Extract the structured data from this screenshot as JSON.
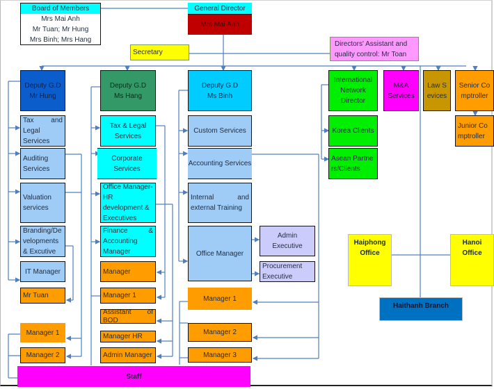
{
  "board": {
    "header": "Board of Members",
    "members": [
      "Mrs Mai Anh",
      "Mr Tuan; Mr Hung",
      "Mrs Binh; Mrs Hang"
    ]
  },
  "general_director": {
    "title": "General Director",
    "name": "Mrs Mai Anh"
  },
  "secretary": "Secretary",
  "directors_assistant": "Directors' Assistant and quality control: Mr Toan",
  "deputies": [
    {
      "title": "Deputy G.D",
      "name": "Mr Hung",
      "units": [
        "Tax and Legal Services",
        "Auditing Services",
        "Valuation services",
        "Branding/Developments & Excutive",
        "IT Manager"
      ],
      "reports": [
        "Mr Tuan",
        "Manager 1",
        "Manager 2"
      ]
    },
    {
      "title": "Deputy G.D",
      "name": "Ms Hang",
      "units": [
        "Tax & Legal Services",
        "Corporate Services",
        "Office Manager-HR development & Executives",
        "Finance & Accounting Manager"
      ],
      "reports": [
        "Manager",
        "Manager 1",
        "Assistant of BOD",
        "Manager HR",
        "Admin Manager"
      ]
    },
    {
      "title": "Deputy G.D",
      "name": "Ms Binh",
      "units": [
        "Custom Services",
        "Accounting Services",
        "Internal and external Training",
        "Office Manager"
      ],
      "office_staff": [
        "Admin Executive",
        "Procurement Executive"
      ],
      "reports": [
        "Manager 1",
        "Manager 2",
        "Manager 3"
      ]
    }
  ],
  "international": {
    "director": "International Network Director",
    "clients": [
      "Korea Clients",
      "Asean Partners/Clients"
    ]
  },
  "ma_services": "M&A Services",
  "law_services": "Law Sevices",
  "senior_comptroller": "Senior Comptroller",
  "junior_comptroller": "Junior Comptroller",
  "offices": {
    "haiphong": "Haiphong Office",
    "hanoi": "Hanoi Office",
    "branch": "Haithanh Branch"
  },
  "staff": "Staff",
  "colors": {
    "line": "#4f7fbf",
    "deputy_hung": "#0b5dcc",
    "deputy_hang": "#339966",
    "deputy_binh": "#00ccff",
    "general_director": "#c00000",
    "ma_services": "#ff00ff",
    "law_services": "#c89600",
    "staff": "#ff00ff",
    "branch": "#0070c0",
    "assistant": "#ff99ff",
    "secretary": "#ffff00"
  }
}
